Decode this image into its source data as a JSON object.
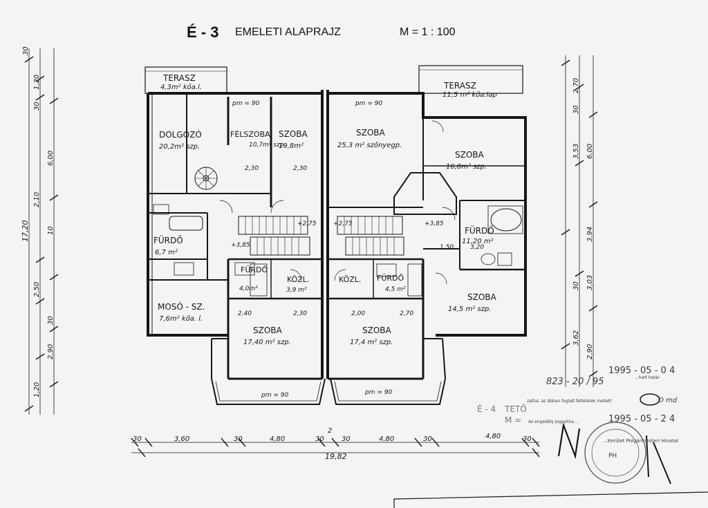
{
  "title": {
    "code": "É - 3",
    "name": "EMELETI ALAPRAJZ",
    "scale": "M = 1 : 100"
  },
  "rooms": {
    "left": {
      "terasz": {
        "name": "TERASZ",
        "area": "4,3m² kőa.l."
      },
      "dolgozo": {
        "name": "DOLGOZÓ",
        "area": "20,2m² szp."
      },
      "felszoba": {
        "name": "FÉLSZOBA",
        "area": "10,7m² szp."
      },
      "szoba_top": {
        "name": "SZOBA",
        "area": "19,8m²"
      },
      "furdo": {
        "name": "FÜRDŐ",
        "area": "6,7 m²"
      },
      "moso": {
        "name": "MOSÓ - SZ.",
        "area": "7,6m² kőa. l."
      },
      "furdo_small": {
        "name": "FÜRDŐ",
        "area": "4,0m²"
      },
      "kozl": {
        "name": "KÖZL.",
        "area": "3,9 m²"
      },
      "szoba_bottom": {
        "name": "SZOBA",
        "area": "17,40 m² szp."
      }
    },
    "right": {
      "terasz": {
        "name": "TERASZ",
        "area": "11,5 m² kőa.lap"
      },
      "szoba_top": {
        "name": "SZOBA",
        "area": "25,3 m² szőnyegp."
      },
      "szoba_mid": {
        "name": "SZOBA",
        "area": "16,0m² szp."
      },
      "furdo": {
        "name": "FÜRDŐ",
        "area": "11,20 m²"
      },
      "kozl": {
        "name": "KÖZL.",
        "area": ""
      },
      "furdo_small": {
        "name": "FÜRDŐ",
        "area": "4,5 m²"
      },
      "szoba_side": {
        "name": "SZOBA",
        "area": "14,5 m² szp."
      },
      "szoba_bottom": {
        "name": "SZOBA",
        "area": "17,4 m² szp."
      }
    }
  },
  "annotations": {
    "pm90_a": "pm = 90",
    "pm90_b": "pm = 90",
    "pm90_c": "pm = 90",
    "pm90_d": "pm = 90",
    "lvl_l1": "+3,85",
    "lvl_l2": "+2,75",
    "lvl_r1": "+2,75",
    "lvl_r2": "+3,85",
    "d_230a": "2,30",
    "d_230b": "2,30",
    "d_240": "2,40",
    "d_230c": "2,30",
    "d_200": "2,00",
    "d_270": "2,70",
    "d_150": "1,50",
    "d_320": "3,20"
  },
  "dims_bottom": {
    "segments": [
      "30",
      "3,60",
      "30",
      "4,80",
      "30",
      "30",
      "4,80",
      "30",
      "4,80",
      "30"
    ],
    "total": "19,82",
    "mid_mark": "2"
  },
  "dims_left": [
    "30",
    "1,20",
    "30",
    "6,00",
    "2,10",
    "10",
    "2,50",
    "30",
    "1,20",
    "2,90",
    "17,20"
  ],
  "dims_right": [
    "2,70",
    "30",
    "3,53",
    "3,94",
    "6,00",
    "3,03",
    "30",
    "3,62",
    "2,90"
  ],
  "stamps": {
    "date1": "1995 - 05 - 0 4",
    "date2": "1995 - 05 - 2 4",
    "file_no": "823 - 20 / 95",
    "neighbor": "É - 4",
    "neighbor_label": "TETŐ",
    "scale_partial": "M =",
    "note1": "zattal, az ábban foglalt feltételek mellett",
    "note2": "Az engedély jogosítva ...",
    "stamp_text": "...Kerület Polgármesteri Hivatal",
    "stamp_mark": "PH",
    "signature": "N",
    "hatar_label": "...hatt határ",
    "initials": "O md"
  },
  "colors": {
    "ink": "#161616",
    "paper": "#f4f4f2",
    "stamp": "#444444"
  }
}
